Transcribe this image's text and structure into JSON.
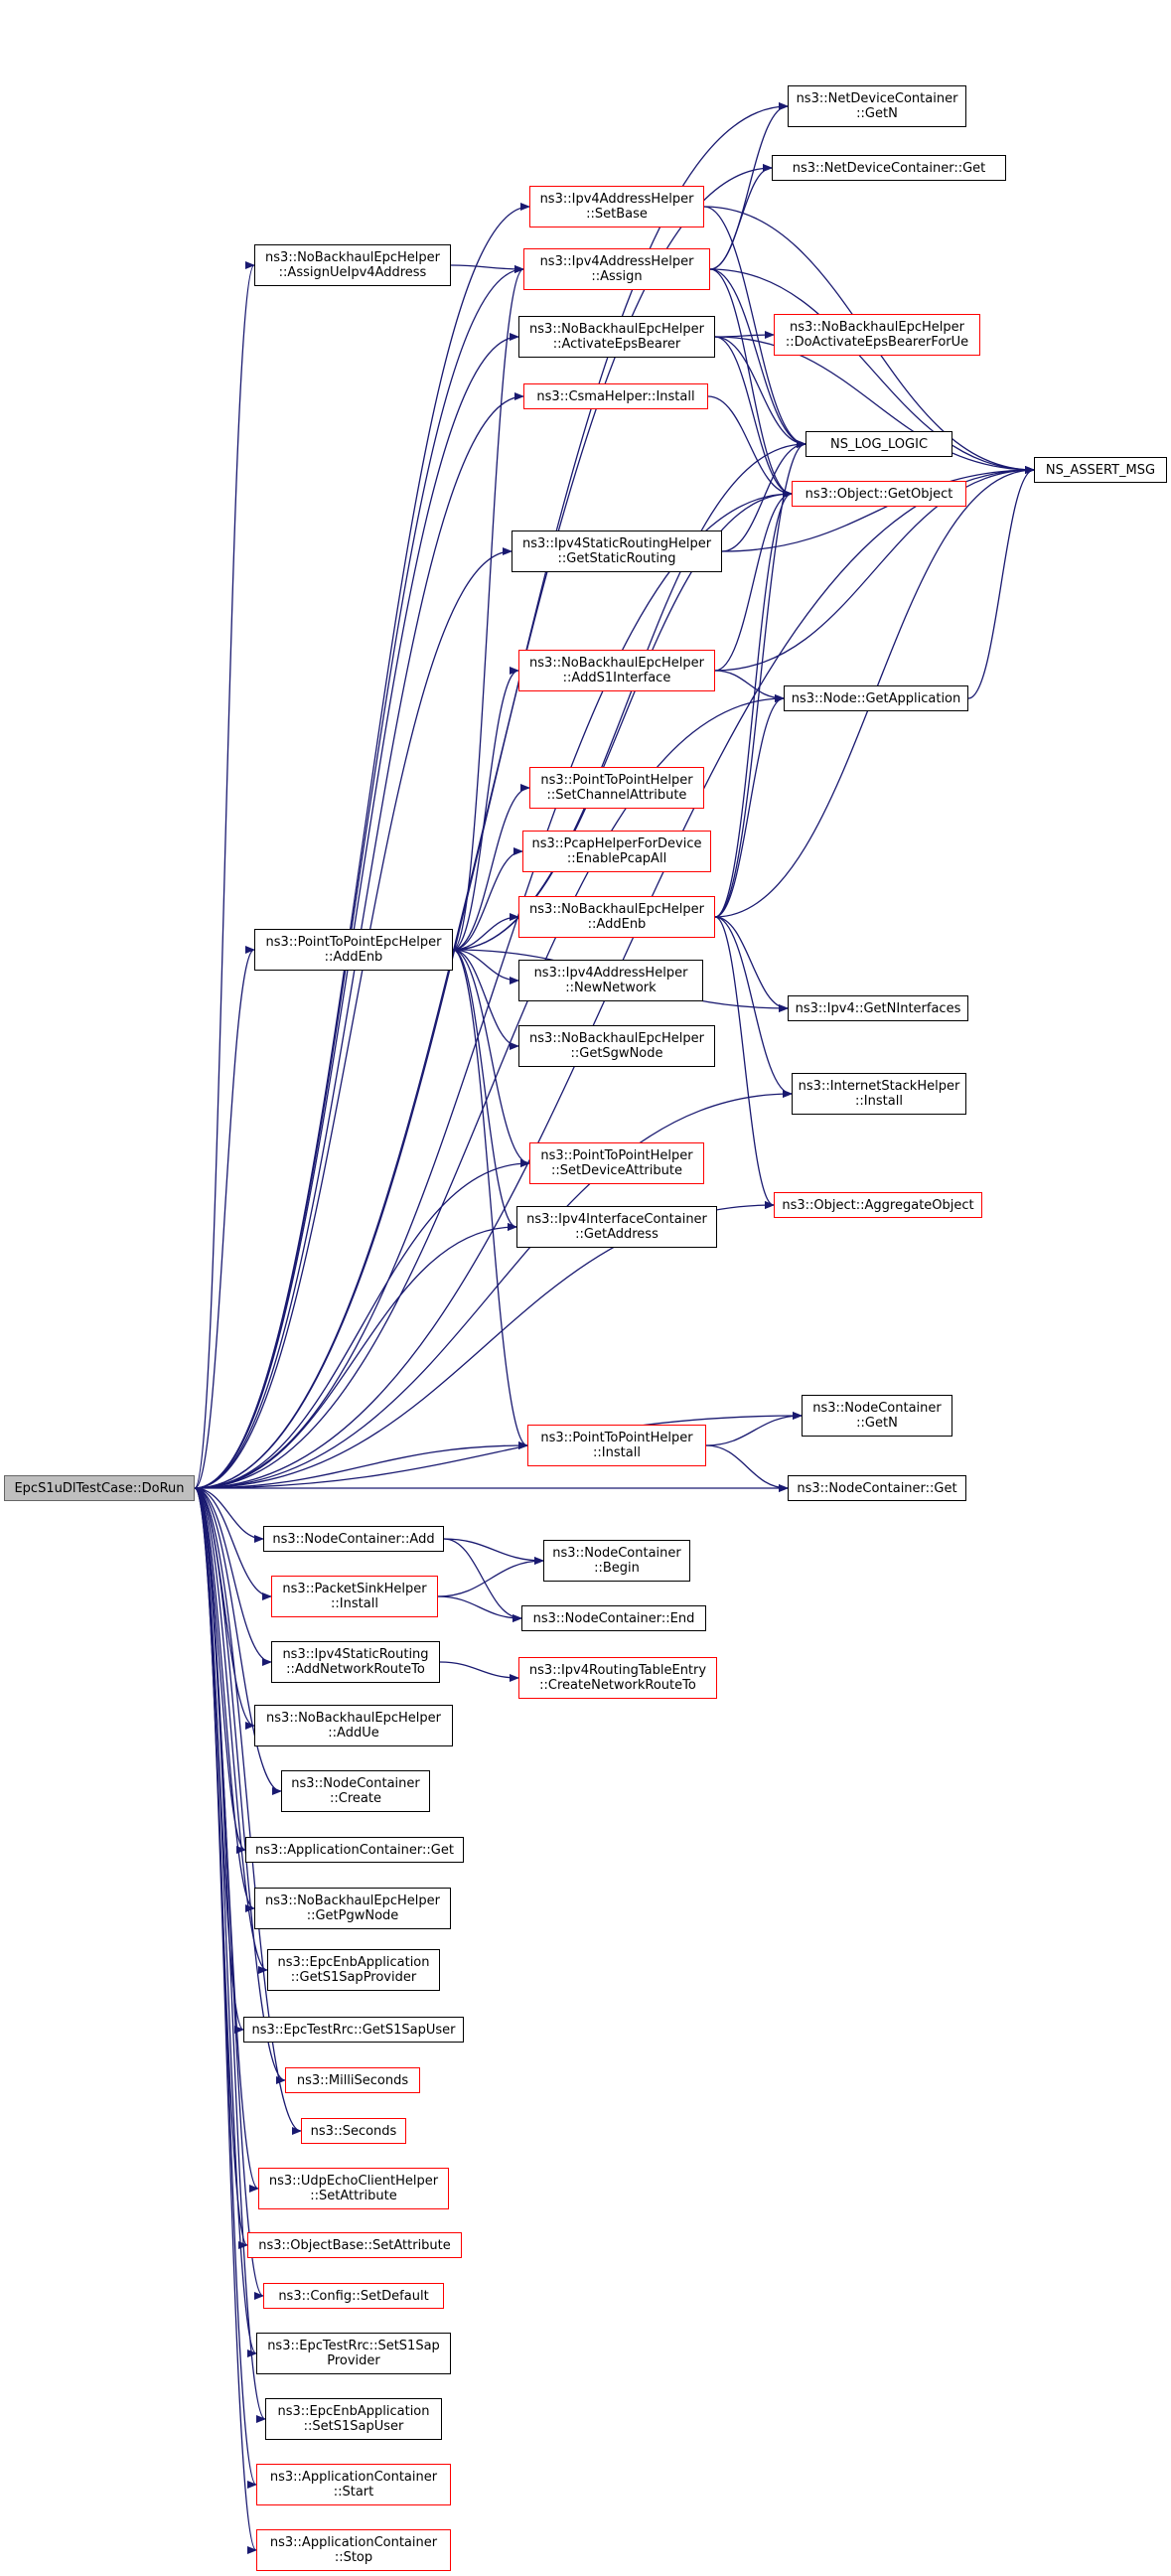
{
  "colors": {
    "edge": "#191970",
    "node_border": "#000000",
    "red_border": "#ff0000",
    "root_fill": "#bfbfbf"
  },
  "nodes": {
    "root": {
      "label": "EpcS1uDlTestCase::DoRun",
      "style": "root"
    },
    "ndc_getn": {
      "label": "ns3::NetDeviceContainer\n::GetN",
      "style": "black"
    },
    "ndc_get": {
      "label": "ns3::NetDeviceContainer::Get",
      "style": "black"
    },
    "ipv4_setbase": {
      "label": "ns3::Ipv4AddressHelper\n::SetBase",
      "style": "red"
    },
    "assign_ue": {
      "label": "ns3::NoBackhaulEpcHelper\n::AssignUeIpv4Address",
      "style": "black"
    },
    "ipv4_assign": {
      "label": "ns3::Ipv4AddressHelper\n::Assign",
      "style": "red"
    },
    "activate_eps": {
      "label": "ns3::NoBackhaulEpcHelper\n::ActivateEpsBearer",
      "style": "black"
    },
    "do_activate": {
      "label": "ns3::NoBackhaulEpcHelper\n::DoActivateEpsBearerForUe",
      "style": "red"
    },
    "csma_install": {
      "label": "ns3::CsmaHelper::Install",
      "style": "red"
    },
    "ns_log": {
      "label": "NS_LOG_LOGIC",
      "style": "black"
    },
    "ns_assert": {
      "label": "NS_ASSERT_MSG",
      "style": "black"
    },
    "get_object": {
      "label": "ns3::Object::GetObject",
      "style": "red"
    },
    "static_routing": {
      "label": "ns3::Ipv4StaticRoutingHelper\n::GetStaticRouting",
      "style": "black"
    },
    "add_s1": {
      "label": "ns3::NoBackhaulEpcHelper\n::AddS1Interface",
      "style": "red"
    },
    "node_getapp": {
      "label": "ns3::Node::GetApplication",
      "style": "black"
    },
    "p2p_setchan": {
      "label": "ns3::PointToPointHelper\n::SetChannelAttribute",
      "style": "red"
    },
    "pcap_enable": {
      "label": "ns3::PcapHelperForDevice\n::EnablePcapAll",
      "style": "red"
    },
    "p2p_addenb": {
      "label": "ns3::PointToPointEpcHelper\n::AddEnb",
      "style": "black"
    },
    "nb_addenb": {
      "label": "ns3::NoBackhaulEpcHelper\n::AddEnb",
      "style": "red"
    },
    "ipv4_newnet": {
      "label": "ns3::Ipv4AddressHelper\n::NewNetwork",
      "style": "black"
    },
    "ipv4_getnif": {
      "label": "ns3::Ipv4::GetNInterfaces",
      "style": "black"
    },
    "get_sgw": {
      "label": "ns3::NoBackhaulEpcHelper\n::GetSgwNode",
      "style": "black"
    },
    "inet_install": {
      "label": "ns3::InternetStackHelper\n::Install",
      "style": "black"
    },
    "p2p_setdev": {
      "label": "ns3::PointToPointHelper\n::SetDeviceAttribute",
      "style": "red"
    },
    "agg_object": {
      "label": "ns3::Object::AggregateObject",
      "style": "red"
    },
    "ifc_getaddr": {
      "label": "ns3::Ipv4InterfaceContainer\n::GetAddress",
      "style": "black"
    },
    "nc_getn": {
      "label": "ns3::NodeContainer\n::GetN",
      "style": "black"
    },
    "p2p_install": {
      "label": "ns3::PointToPointHelper\n::Install",
      "style": "red"
    },
    "nc_get": {
      "label": "ns3::NodeContainer::Get",
      "style": "black"
    },
    "nc_add": {
      "label": "ns3::NodeContainer::Add",
      "style": "black"
    },
    "nc_begin": {
      "label": "ns3::NodeContainer\n::Begin",
      "style": "black"
    },
    "sink_install": {
      "label": "ns3::PacketSinkHelper\n::Install",
      "style": "red"
    },
    "nc_end": {
      "label": "ns3::NodeContainer::End",
      "style": "black"
    },
    "addnet_route": {
      "label": "ns3::Ipv4StaticRouting\n::AddNetworkRouteTo",
      "style": "black"
    },
    "create_net_route": {
      "label": "ns3::Ipv4RoutingTableEntry\n::CreateNetworkRouteTo",
      "style": "red"
    },
    "add_ue": {
      "label": "ns3::NoBackhaulEpcHelper\n::AddUe",
      "style": "black"
    },
    "nc_create": {
      "label": "ns3::NodeContainer\n::Create",
      "style": "black"
    },
    "app_get": {
      "label": "ns3::ApplicationContainer::Get",
      "style": "black"
    },
    "get_pgw": {
      "label": "ns3::NoBackhaulEpcHelper\n::GetPgwNode",
      "style": "black"
    },
    "get_s1sap_prov": {
      "label": "ns3::EpcEnbApplication\n::GetS1SapProvider",
      "style": "black"
    },
    "get_s1sap_user": {
      "label": "ns3::EpcTestRrc::GetS1SapUser",
      "style": "black"
    },
    "millis": {
      "label": "ns3::MilliSeconds",
      "style": "red"
    },
    "seconds": {
      "label": "ns3::Seconds",
      "style": "red"
    },
    "udp_setattr": {
      "label": "ns3::UdpEchoClientHelper\n::SetAttribute",
      "style": "red"
    },
    "objbase_setattr": {
      "label": "ns3::ObjectBase::SetAttribute",
      "style": "red"
    },
    "config_setdef": {
      "label": "ns3::Config::SetDefault",
      "style": "red"
    },
    "set_s1sap_prov": {
      "label": "ns3::EpcTestRrc::SetS1Sap\nProvider",
      "style": "black"
    },
    "set_s1sap_user": {
      "label": "ns3::EpcEnbApplication\n::SetS1SapUser",
      "style": "black"
    },
    "app_start": {
      "label": "ns3::ApplicationContainer\n::Start",
      "style": "red"
    },
    "app_stop": {
      "label": "ns3::ApplicationContainer\n::Stop",
      "style": "red"
    }
  },
  "edges": [
    [
      "root",
      "ndc_getn"
    ],
    [
      "root",
      "ndc_get"
    ],
    [
      "root",
      "ipv4_setbase"
    ],
    [
      "root",
      "assign_ue"
    ],
    [
      "root",
      "ipv4_assign"
    ],
    [
      "root",
      "activate_eps"
    ],
    [
      "root",
      "csma_install"
    ],
    [
      "root",
      "ns_assert"
    ],
    [
      "root",
      "get_object"
    ],
    [
      "root",
      "static_routing"
    ],
    [
      "root",
      "node_getapp"
    ],
    [
      "root",
      "p2p_addenb"
    ],
    [
      "root",
      "p2p_setdev"
    ],
    [
      "root",
      "ifc_getaddr"
    ],
    [
      "root",
      "inet_install"
    ],
    [
      "root",
      "agg_object"
    ],
    [
      "root",
      "nc_getn"
    ],
    [
      "root",
      "p2p_install"
    ],
    [
      "root",
      "nc_get"
    ],
    [
      "root",
      "nc_add"
    ],
    [
      "root",
      "sink_install"
    ],
    [
      "root",
      "addnet_route"
    ],
    [
      "root",
      "add_ue"
    ],
    [
      "root",
      "nc_create"
    ],
    [
      "root",
      "app_get"
    ],
    [
      "root",
      "get_pgw"
    ],
    [
      "root",
      "get_s1sap_prov"
    ],
    [
      "root",
      "get_s1sap_user"
    ],
    [
      "root",
      "millis"
    ],
    [
      "root",
      "seconds"
    ],
    [
      "root",
      "udp_setattr"
    ],
    [
      "root",
      "objbase_setattr"
    ],
    [
      "root",
      "config_setdef"
    ],
    [
      "root",
      "set_s1sap_prov"
    ],
    [
      "root",
      "set_s1sap_user"
    ],
    [
      "root",
      "app_start"
    ],
    [
      "root",
      "app_stop"
    ],
    [
      "assign_ue",
      "ipv4_assign"
    ],
    [
      "ipv4_setbase",
      "ns_log"
    ],
    [
      "ipv4_setbase",
      "ns_assert"
    ],
    [
      "ipv4_assign",
      "ndc_getn"
    ],
    [
      "ipv4_assign",
      "ndc_get"
    ],
    [
      "ipv4_assign",
      "ns_log"
    ],
    [
      "ipv4_assign",
      "get_object"
    ],
    [
      "ipv4_assign",
      "ns_assert"
    ],
    [
      "activate_eps",
      "do_activate"
    ],
    [
      "activate_eps",
      "ns_log"
    ],
    [
      "activate_eps",
      "get_object"
    ],
    [
      "activate_eps",
      "ns_assert"
    ],
    [
      "csma_install",
      "get_object"
    ],
    [
      "static_routing",
      "ns_log"
    ],
    [
      "static_routing",
      "ns_assert"
    ],
    [
      "add_s1",
      "get_object"
    ],
    [
      "add_s1",
      "node_getapp"
    ],
    [
      "add_s1",
      "ns_assert"
    ],
    [
      "node_getapp",
      "ns_assert"
    ],
    [
      "nb_addenb",
      "ns_log"
    ],
    [
      "nb_addenb",
      "get_object"
    ],
    [
      "nb_addenb",
      "node_getapp"
    ],
    [
      "nb_addenb",
      "ipv4_getnif"
    ],
    [
      "nb_addenb",
      "inet_install"
    ],
    [
      "nb_addenb",
      "agg_object"
    ],
    [
      "nb_addenb",
      "ns_assert"
    ],
    [
      "p2p_addenb",
      "ipv4_assign"
    ],
    [
      "p2p_addenb",
      "ns_log"
    ],
    [
      "p2p_addenb",
      "get_object"
    ],
    [
      "p2p_addenb",
      "add_s1"
    ],
    [
      "p2p_addenb",
      "p2p_setchan"
    ],
    [
      "p2p_addenb",
      "pcap_enable"
    ],
    [
      "p2p_addenb",
      "nb_addenb"
    ],
    [
      "p2p_addenb",
      "ipv4_newnet"
    ],
    [
      "p2p_addenb",
      "get_sgw"
    ],
    [
      "p2p_addenb",
      "ipv4_getnif"
    ],
    [
      "p2p_addenb",
      "p2p_setdev"
    ],
    [
      "p2p_addenb",
      "ifc_getaddr"
    ],
    [
      "p2p_addenb",
      "p2p_install"
    ],
    [
      "p2p_install",
      "nc_getn"
    ],
    [
      "p2p_install",
      "nc_get"
    ],
    [
      "nc_add",
      "nc_begin"
    ],
    [
      "nc_add",
      "nc_end"
    ],
    [
      "sink_install",
      "nc_begin"
    ],
    [
      "sink_install",
      "nc_end"
    ],
    [
      "addnet_route",
      "create_net_route"
    ]
  ]
}
